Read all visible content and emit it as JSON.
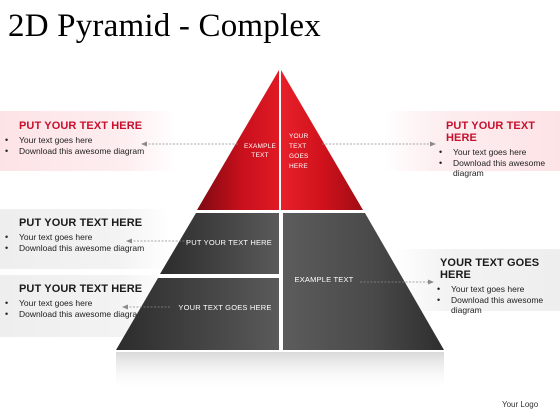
{
  "title": "2D Pyramid - Complex",
  "colors": {
    "accent_red": "#c8102e",
    "dark_segment": "#444444"
  },
  "panels": {
    "top_left": {
      "heading": "PUT YOUR TEXT HERE",
      "bullets": [
        "Your text goes here",
        "Download this awesome diagram"
      ]
    },
    "top_right": {
      "heading": "PUT YOUR TEXT HERE",
      "bullets": [
        "Your text goes here",
        "Download this awesome diagram"
      ]
    },
    "mid_left": {
      "heading": "PUT YOUR TEXT HERE",
      "bullets": [
        "Your text goes here",
        "Download this awesome diagram"
      ]
    },
    "bot_left": {
      "heading": "PUT YOUR TEXT HERE",
      "bullets": [
        "Your text goes here",
        "Download this awesome diagram"
      ]
    },
    "right": {
      "heading": "YOUR TEXT GOES HERE",
      "bullets": [
        "Your text goes here",
        "Download this awesome diagram"
      ]
    }
  },
  "pyramid": {
    "top_left_label": "EXAMPLE TEXT",
    "top_right_label": "YOUR TEXT GOES HERE",
    "mid_label": "PUT YOUR TEXT HERE",
    "bot_label": "YOUR TEXT GOES HERE",
    "big_label": "EXAMPLE  TEXT"
  },
  "logo": "Your Logo"
}
